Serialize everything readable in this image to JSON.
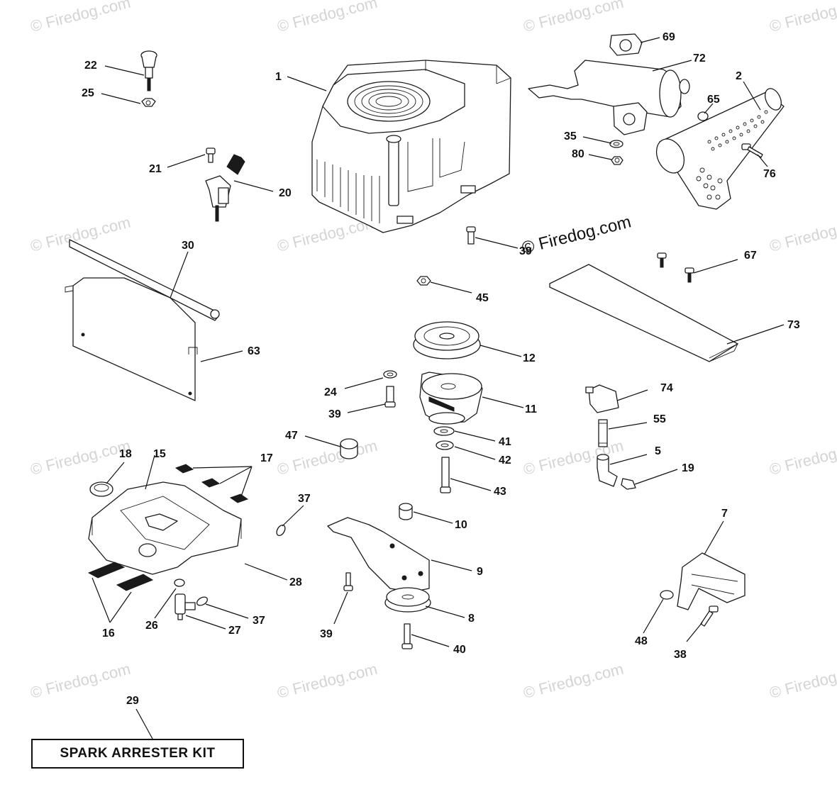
{
  "diagram": {
    "kit_label": "SPARK ARRESTER KIT",
    "watermark": "© Firedog.com",
    "callouts": [
      {
        "id": "c1",
        "text": "1"
      },
      {
        "id": "c2",
        "text": "2"
      },
      {
        "id": "c5",
        "text": "5"
      },
      {
        "id": "c7",
        "text": "7"
      },
      {
        "id": "c8",
        "text": "8"
      },
      {
        "id": "c9",
        "text": "9"
      },
      {
        "id": "c10",
        "text": "10"
      },
      {
        "id": "c11",
        "text": "11"
      },
      {
        "id": "c12",
        "text": "12"
      },
      {
        "id": "c15",
        "text": "15"
      },
      {
        "id": "c16",
        "text": "16"
      },
      {
        "id": "c17",
        "text": "17"
      },
      {
        "id": "c18",
        "text": "18"
      },
      {
        "id": "c19",
        "text": "19"
      },
      {
        "id": "c20",
        "text": "20"
      },
      {
        "id": "c21",
        "text": "21"
      },
      {
        "id": "c22",
        "text": "22"
      },
      {
        "id": "c24",
        "text": "24"
      },
      {
        "id": "c25",
        "text": "25"
      },
      {
        "id": "c26",
        "text": "26"
      },
      {
        "id": "c27",
        "text": "27"
      },
      {
        "id": "c28",
        "text": "28"
      },
      {
        "id": "c29",
        "text": "29"
      },
      {
        "id": "c30",
        "text": "30"
      },
      {
        "id": "c35",
        "text": "35"
      },
      {
        "id": "c37a",
        "text": "37"
      },
      {
        "id": "c37b",
        "text": "37"
      },
      {
        "id": "c38",
        "text": "38"
      },
      {
        "id": "c39a",
        "text": "39"
      },
      {
        "id": "c39b",
        "text": "39"
      },
      {
        "id": "c39c",
        "text": "39"
      },
      {
        "id": "c40",
        "text": "40"
      },
      {
        "id": "c41",
        "text": "41"
      },
      {
        "id": "c42",
        "text": "42"
      },
      {
        "id": "c43",
        "text": "43"
      },
      {
        "id": "c45",
        "text": "45"
      },
      {
        "id": "c47",
        "text": "47"
      },
      {
        "id": "c48",
        "text": "48"
      },
      {
        "id": "c55",
        "text": "55"
      },
      {
        "id": "c63",
        "text": "63"
      },
      {
        "id": "c65",
        "text": "65"
      },
      {
        "id": "c67",
        "text": "67"
      },
      {
        "id": "c69",
        "text": "69"
      },
      {
        "id": "c72",
        "text": "72"
      },
      {
        "id": "c73",
        "text": "73"
      },
      {
        "id": "c74",
        "text": "74"
      },
      {
        "id": "c76",
        "text": "76"
      },
      {
        "id": "c80",
        "text": "80"
      }
    ]
  }
}
